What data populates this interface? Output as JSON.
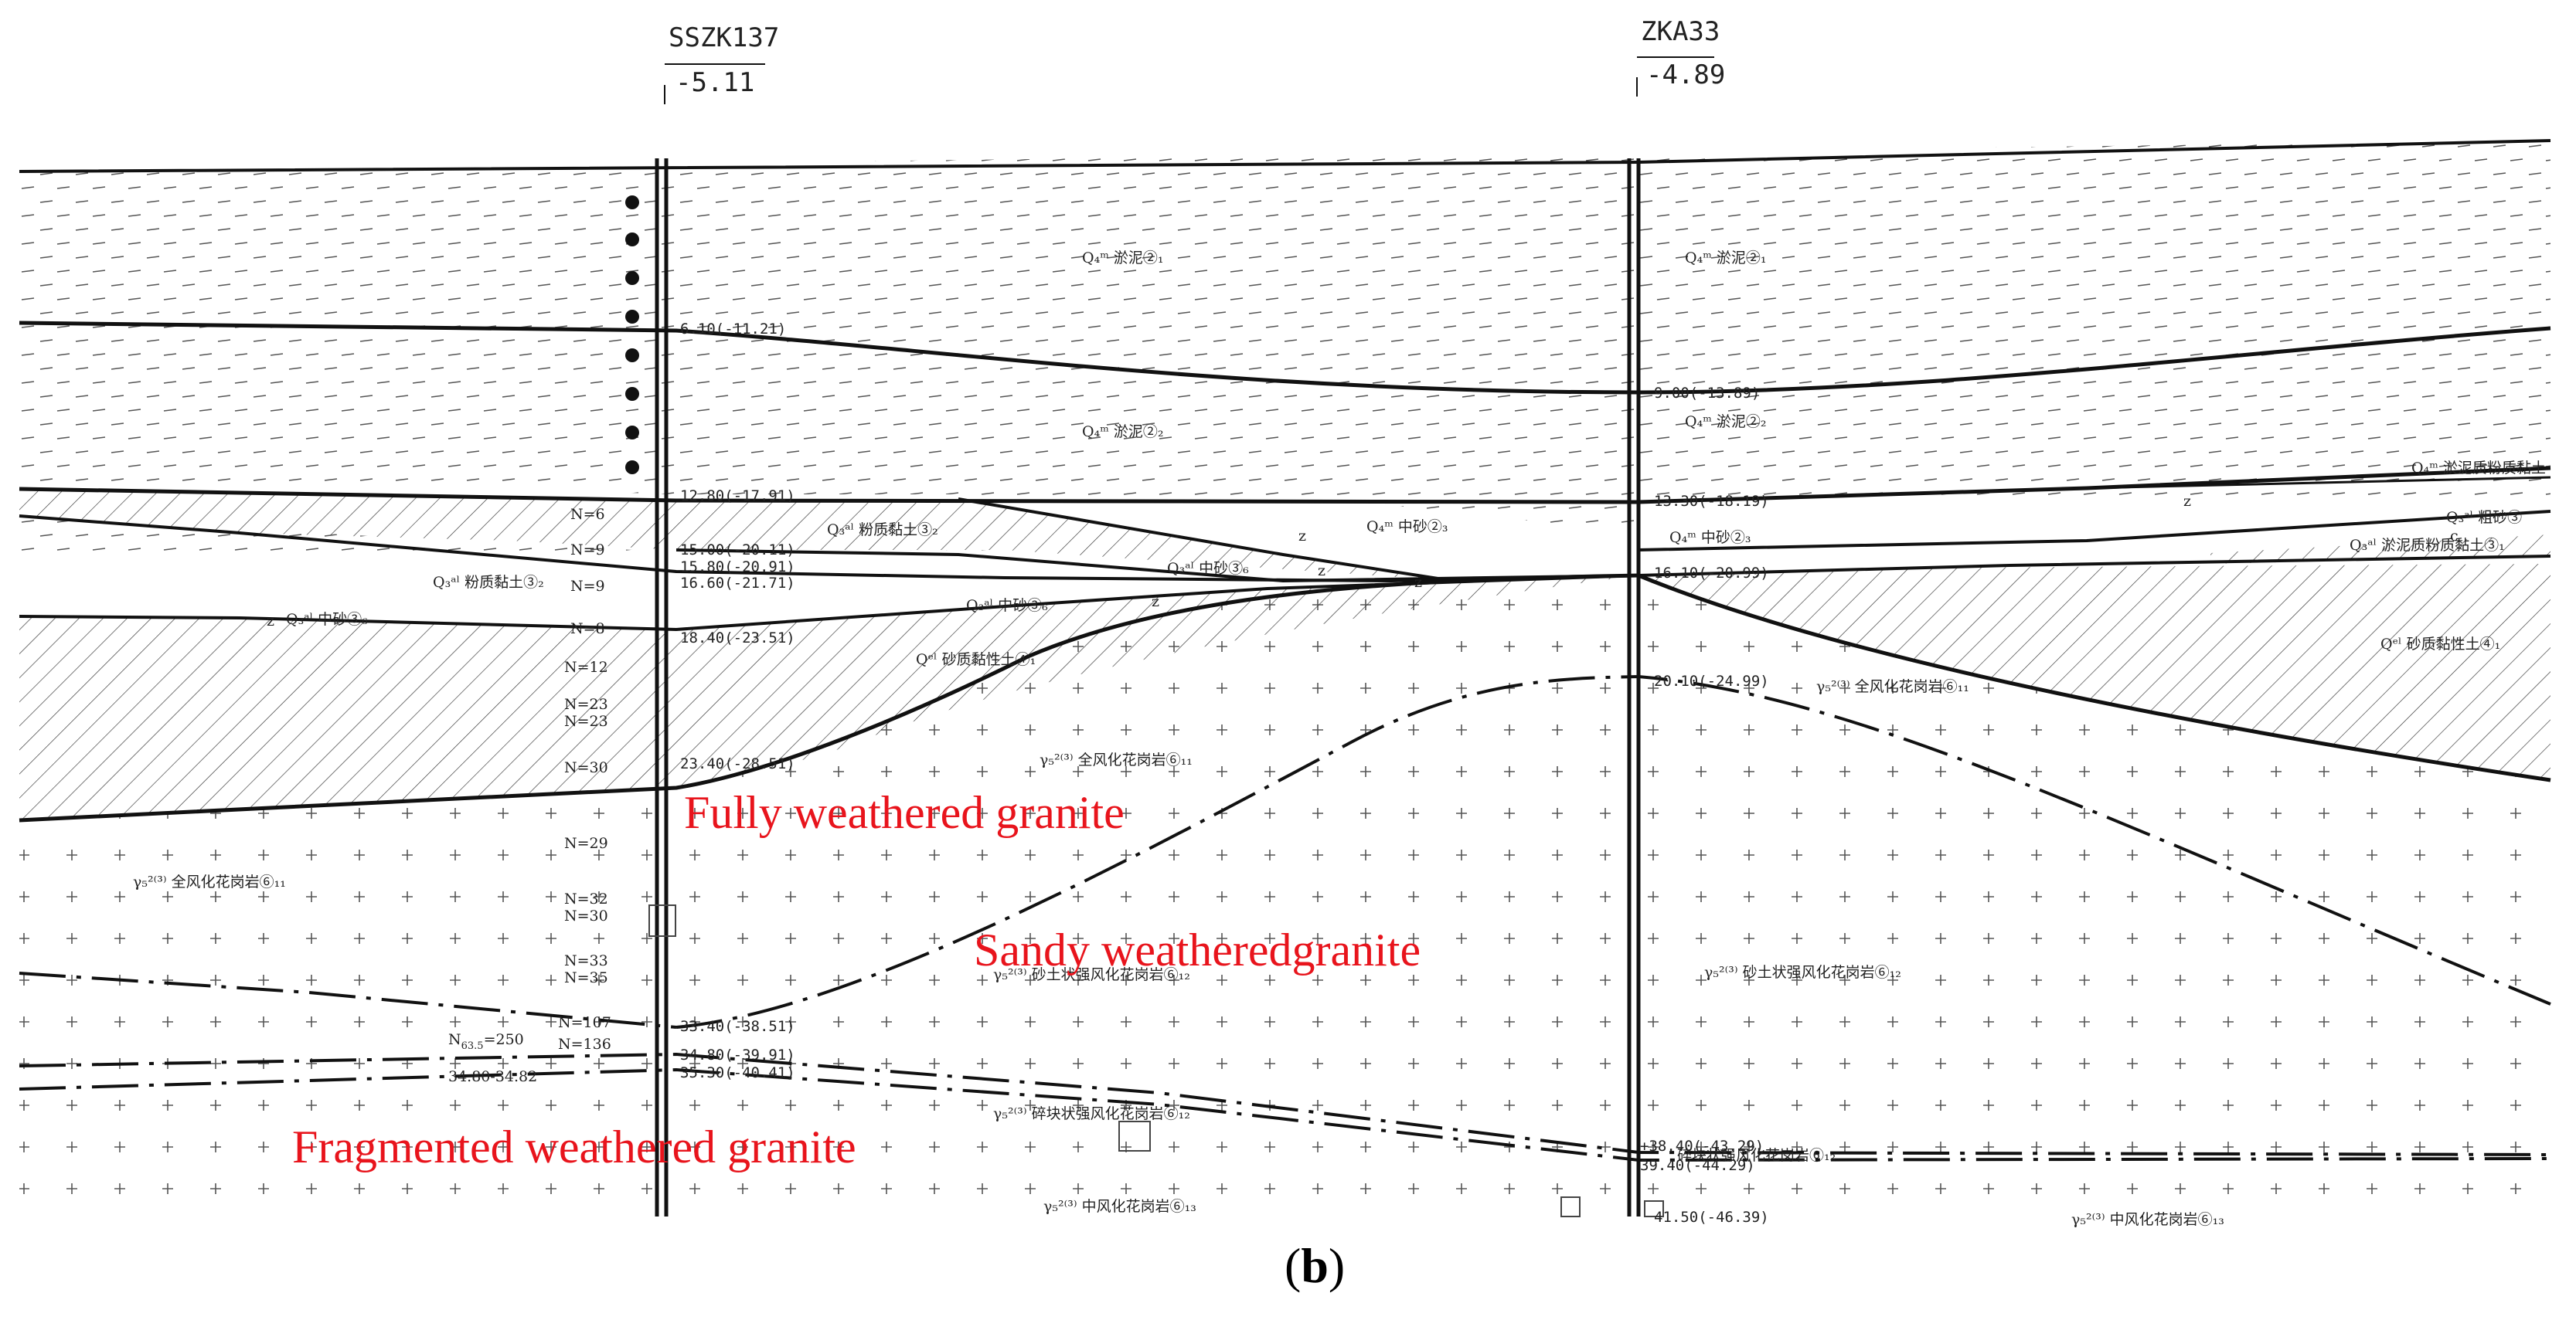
{
  "boreholes": [
    {
      "id": "SSZK137",
      "elevation": "-5.11"
    },
    {
      "id": "ZKA33",
      "elevation": "-4.89"
    }
  ],
  "annotations": {
    "fully_weathered": "Fully weathered granite",
    "sandy_weathered": "Sandy weatheredgranite",
    "fragmented_weathered": "Fragmented weathered granite"
  },
  "caption": {
    "open": "(",
    "letter": "b",
    "close": ")"
  },
  "depth_labels_left": [
    "6.10(-11.21)",
    "12.80(-17.91)",
    "15.00(-20.11)",
    "15.80(-20.91)",
    "16.60(-21.71)",
    "18.40(-23.51)",
    "23.40(-28.51)",
    "33.40(-38.51)",
    "34.80(-39.91)",
    "35.30(-40.41)"
  ],
  "depth_labels_right": [
    "9.00(-13.89)",
    "13.30(-18.19)",
    "16.10(-20.99)",
    "20.10(-24.99)",
    "+38.40(-43.29)",
    "39.40(-44.29)",
    "41.50(-46.39)"
  ],
  "spt_values": [
    "N=6",
    "N=9",
    "N=9",
    "N=8",
    "N=12",
    "N=23",
    "N=23",
    "N=30",
    "N=29",
    "N=32",
    "N=30",
    "N=33",
    "N=35",
    "N=107",
    "N=136"
  ],
  "spt_extra": {
    "label": "N",
    "sub": "63.5",
    "value": "=250",
    "range": "34.80-34.82"
  },
  "strata_labels": {
    "silt_2_1_a": "Q₄ᵐ 淤泥②₁",
    "silt_2_1_b": "Q₄ᵐ 淤泥②₁",
    "silt_2_2_a": "Q₄ᵐ 淤泥②₂",
    "silt_2_2_b": "Q₄ᵐ 淤泥②₂",
    "silty_clay_3_2": "Q₃ᵃˡ 粉质黏土③₂",
    "silty_clay_3_2_left": "Q₃ᵃˡ 粉质黏土③₂",
    "medium_sand_2_3": "Q₄ᵐ 中砂②₃",
    "medium_sand_2_3_r": "Q₄ᵐ 中砂②₃",
    "medium_sand_3_6": "Q₃ᵃˡ 中砂③₆",
    "medium_sand_3_6_left": "Q₃ᵃˡ 中砂③₆",
    "medium_sand_3_6_mid": "Q₃ᵃˡ 中砂③₆",
    "sandy_clay_4_1": "Qᵉˡ 砂质黏性土④₁",
    "sandy_clay_4_1_r": "Qᵉˡ 砂质黏性土④₁",
    "silt_clay_r": "Q₄ᵐ 淤泥质粉质黏土",
    "coarse_sand_r": "Q₃ᵃˡ 粗砂③",
    "silt_silty_clay_r": "Q₃ᵃˡ 淤泥质粉质黏土③₁",
    "full_granite_left": "γ₅²⁽³⁾ 全风化花岗岩⑥₁₁",
    "full_granite_mid": "γ₅²⁽³⁾ 全风化花岗岩⑥₁₁",
    "full_granite_right": "γ₅²⁽³⁾ 全风化花岗岩⑥₁₁",
    "sandy_granite_mid": "γ₅²⁽³⁾ 砂土状强风化花岗岩⑥₁₂",
    "sandy_granite_right": "γ₅²⁽³⁾ 砂土状强风化花岗岩⑥₁₂",
    "fragmented_granite_mid": "γ₅²⁽³⁾ 碎块状强风化花岗岩⑥₁₂",
    "moderately_granite_mid": "γ₅²⁽³⁾ 中风化花岗岩⑥₁₃",
    "moderately_granite_right": "γ₅²⁽³⁾ 中风化花岗岩⑥₁₃",
    "fragmented_granite_right": "碎块状强风化花岗岩⑥₁₂"
  },
  "z_marks": [
    "z",
    "z",
    "z",
    "z",
    "z",
    "z",
    "c"
  ],
  "colors": {
    "line": "#111111",
    "annotation": "#e8141c",
    "hatch": "#333333",
    "symbol": "#555555"
  }
}
